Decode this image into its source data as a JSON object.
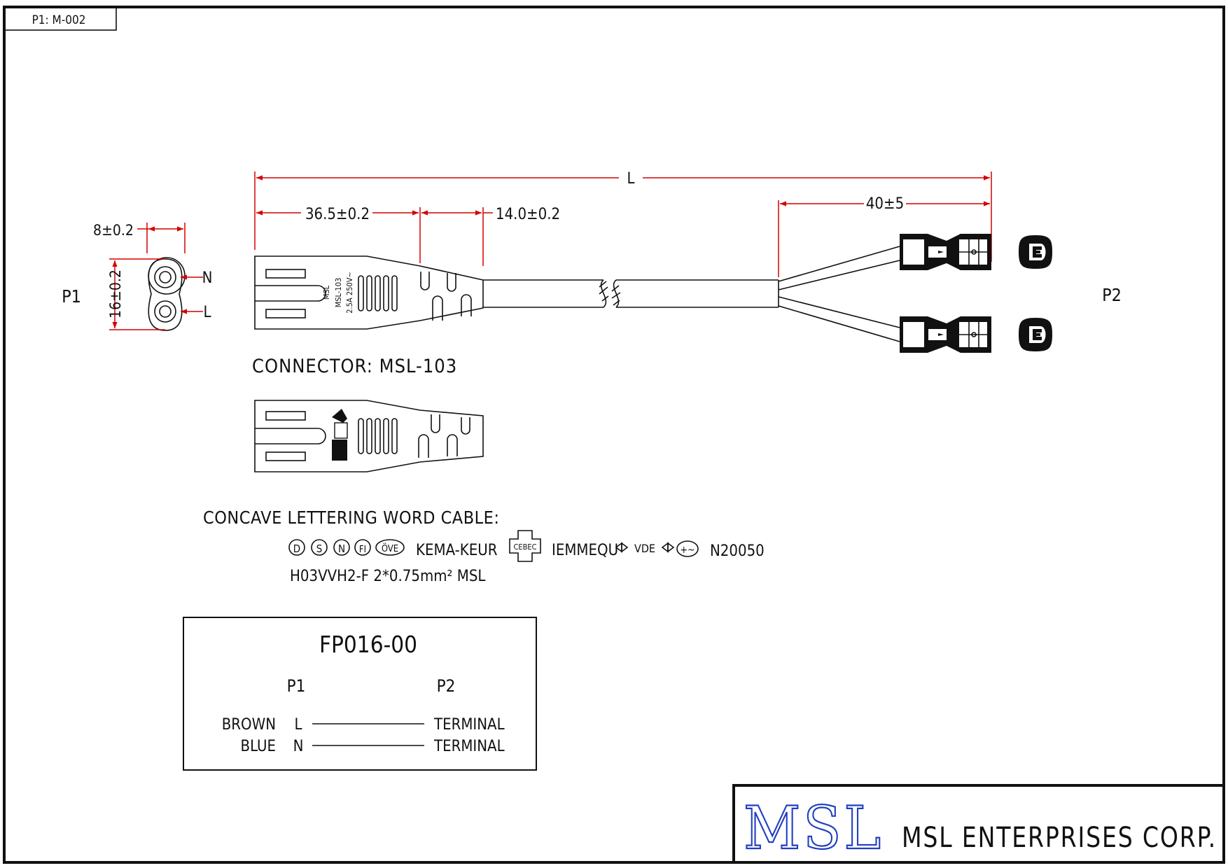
{
  "sheet_tag": "P1: M-002",
  "labels": {
    "p1": "P1",
    "p2": "P2",
    "pin_n": "N",
    "pin_l": "L"
  },
  "dimensions": {
    "overall_length": "L",
    "plug_body": "36.5±0.2",
    "plug_grip": "14.0±0.2",
    "strip_length": "40±5",
    "pin_width": "8±0.2",
    "pin_height": "16±0.2"
  },
  "connector": {
    "caption": "CONNECTOR: MSL-103",
    "mark_line1": "MSL",
    "mark_line2": "MSL-103",
    "mark_line3": "2.5A 250V~"
  },
  "cable_marking": {
    "heading": "CONCAVE LETTERING WORD CABLE:",
    "approvals": [
      "D",
      "S",
      "N",
      "FI",
      "ÖVE"
    ],
    "kema": "KEMA-KEUR",
    "cebec": "CEBEC",
    "iemmequ": "IEMMEQU",
    "vde": "VDE",
    "n_code": "N20050",
    "spec": "H03VVH2-F 2*0.75mm² MSL"
  },
  "part_table": {
    "part_no": "FP016-00",
    "col_p1": "P1",
    "col_p2": "P2",
    "rows": [
      {
        "color": "BROWN",
        "pin": "L",
        "end": "TERMINAL"
      },
      {
        "color": "BLUE",
        "pin": "N",
        "end": "TERMINAL"
      }
    ]
  },
  "title_block": {
    "logo": "MSL",
    "company": "MSL ENTERPRISES CORP."
  },
  "colors": {
    "dimension": "#d40000",
    "logo": "#1f3fbf",
    "ink": "#111111"
  }
}
